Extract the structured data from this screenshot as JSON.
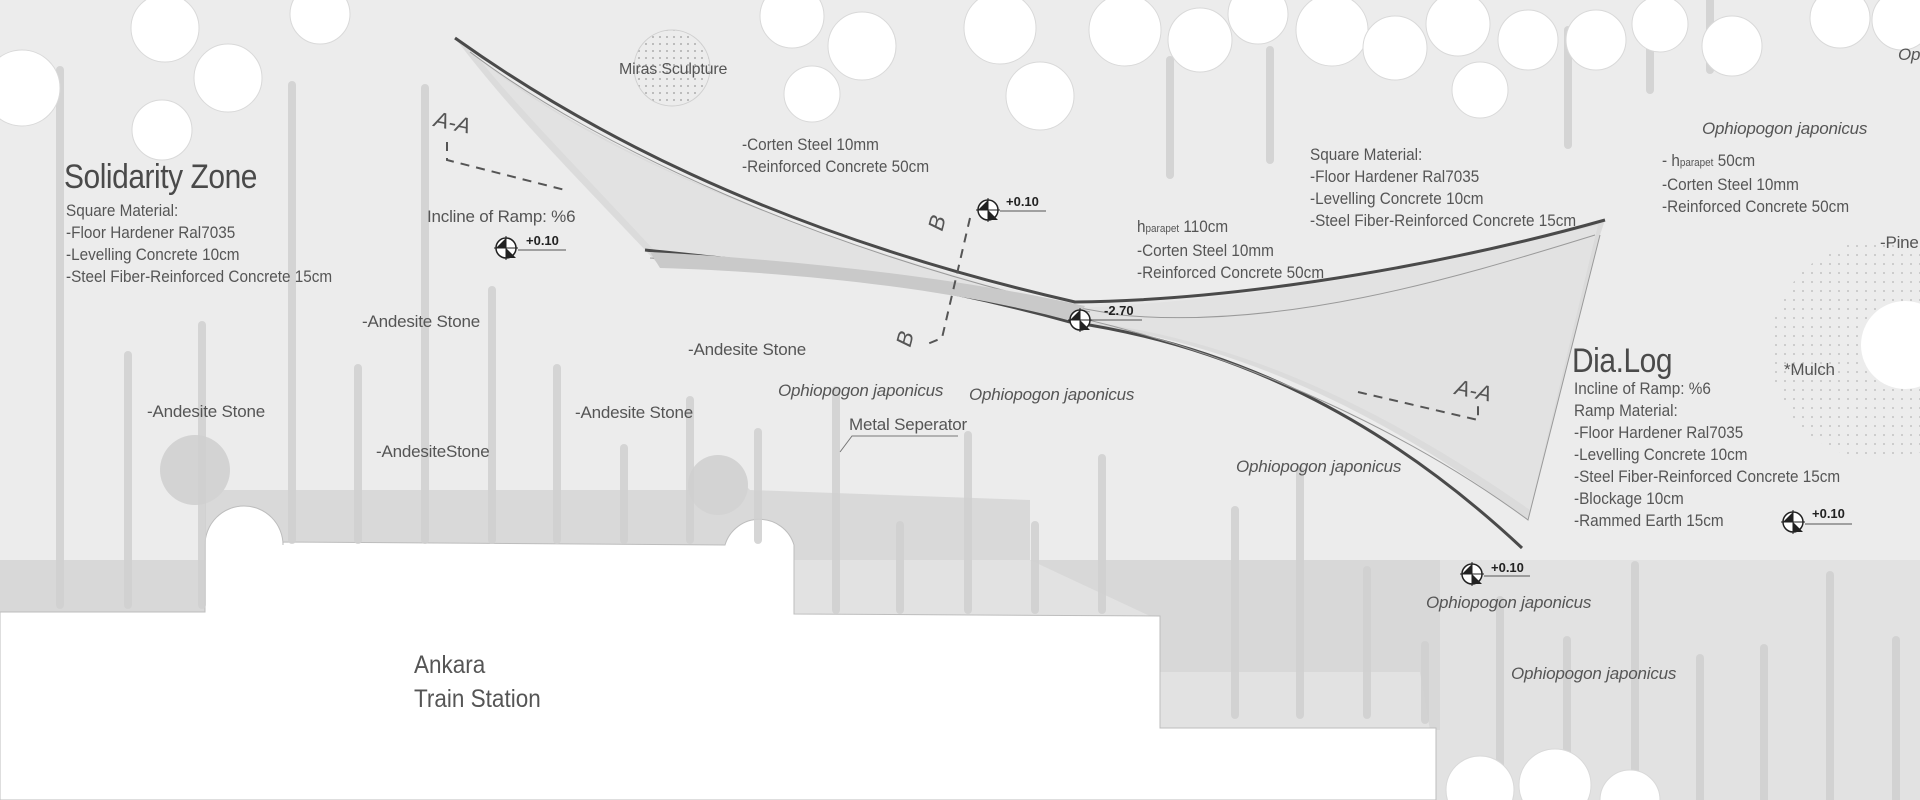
{
  "colors": {
    "paving": "#ececec",
    "ground": "#e4e4e4",
    "building": "#ffffff",
    "shadow": "#d8d8d8",
    "line": "#4a4a4a",
    "ramp": "#d6d6d6"
  },
  "solidarity": {
    "title": "Solidarity Zone",
    "lines": [
      "Square Material:",
      "-Floor Hardener Ral7035",
      "-Levelling Concrete 10cm",
      "-Steel Fiber-Reinforced Concrete 15cm"
    ]
  },
  "dialog": {
    "title": "Dia.Log",
    "lines": [
      "Incline of Ramp: %6",
      "Ramp Material:",
      "-Floor Hardener Ral7035",
      "-Levelling Concrete 10cm",
      "-Steel Fiber-Reinforced Concrete 15cm",
      "-Blockage 10cm",
      "-Rammed Earth 15cm"
    ]
  },
  "square_right": {
    "lines": [
      "Square Material:",
      "-Floor Hardener Ral7035",
      "-Levelling Concrete 10cm",
      "-Steel Fiber-Reinforced Concrete 15cm"
    ]
  },
  "parapet_mid": {
    "h": "h",
    "sub": "parapet",
    "val": " 110cm",
    "lines": [
      "-Corten Steel 10mm",
      "-Reinforced Concrete 50cm"
    ]
  },
  "parapet_right": {
    "h": "- h",
    "sub": "parapet",
    "val": " 50cm",
    "lines": [
      "-Corten Steel 10mm",
      "-Reinforced Concrete 50cm"
    ]
  },
  "top_corten": {
    "lines": [
      "-Corten Steel 10mm",
      "-Reinforced Concrete 50cm"
    ]
  },
  "station": {
    "line1": "Ankara",
    "line2": "Train Station"
  },
  "labels": {
    "miras": "Miras Sculpture",
    "incline": "Incline of Ramp: %6",
    "andesite1": "-Andesite Stone",
    "andesite2": "-Andesite Stone",
    "andesite3": "-Andesite Stone",
    "andesite4": "-Andesite Stone",
    "andesite5": "-AndesiteStone",
    "metal": "Metal Seperator",
    "pine": "-Pine",
    "mulch": "*Mulch",
    "op_cut": "Op",
    "oph1": "Ophiopogon japonicus",
    "oph2": "Ophiopogon japonicus",
    "oph3": "Ophiopogon japonicus",
    "oph4": "Ophiopogon japonicus",
    "oph5": "Ophiopogon japonicus",
    "oph6": "Ophiopogon japonicus"
  },
  "sections": {
    "aa1": "A-A",
    "aa2": "A-A",
    "b1": "B",
    "b2": "B"
  },
  "levels": {
    "l1": "+0.10",
    "l2": "+0.10",
    "l3": "-2.70",
    "l4": "+0.10",
    "l5": "+0.10"
  }
}
